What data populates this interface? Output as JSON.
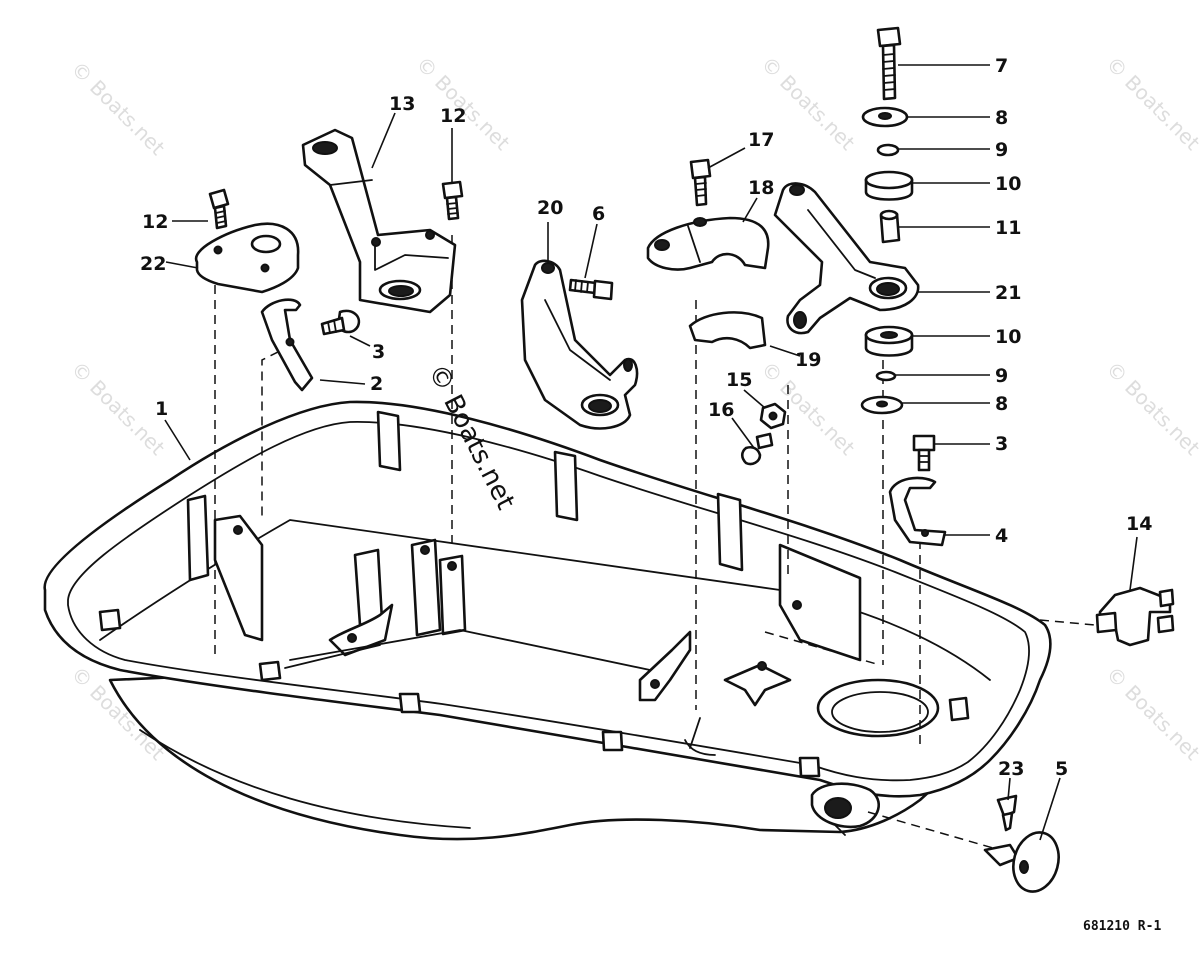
{
  "diagram": {
    "callouts": [
      "1",
      "2",
      "3",
      "3",
      "4",
      "5",
      "6",
      "7",
      "8",
      "8",
      "9",
      "9",
      "10",
      "10",
      "11",
      "12",
      "12",
      "13",
      "14",
      "15",
      "16",
      "17",
      "18",
      "19",
      "20",
      "21",
      "22",
      "23"
    ],
    "watermark": "© Boats.net",
    "drawing_code": "681210 R-1"
  }
}
